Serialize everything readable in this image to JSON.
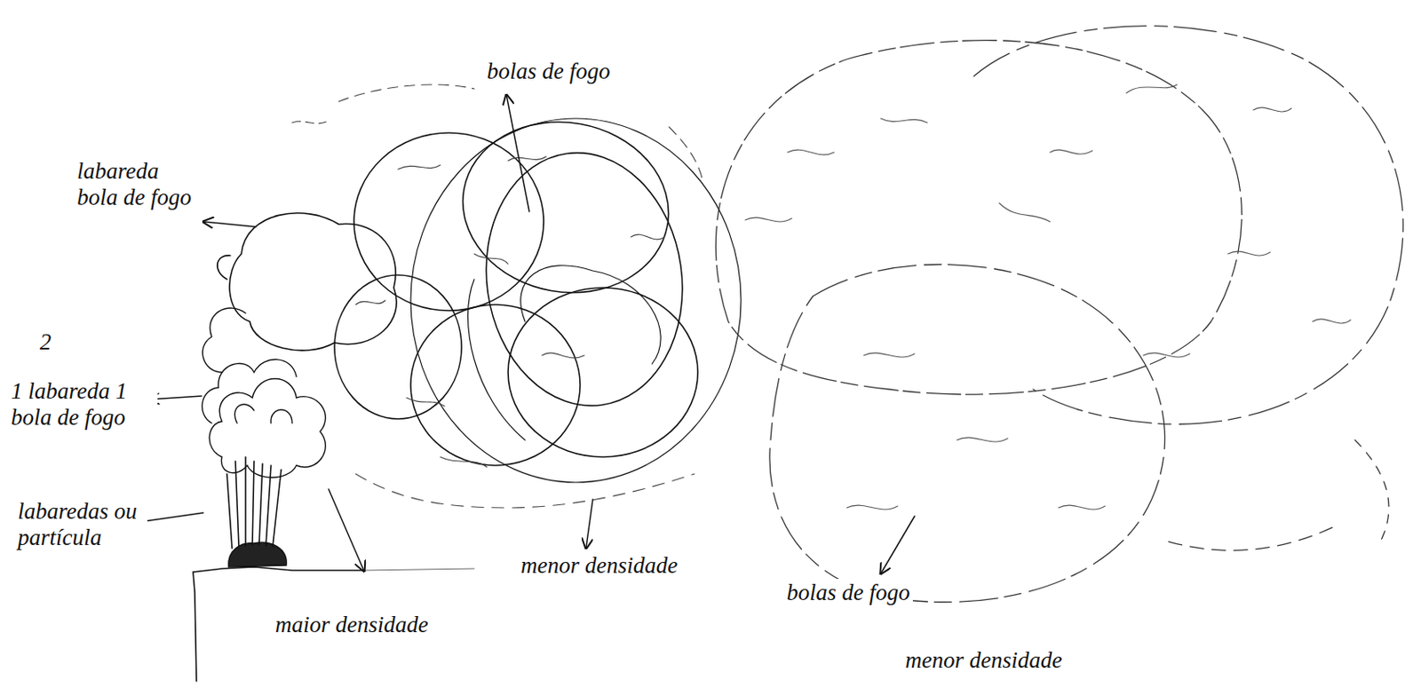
{
  "diagram": {
    "labels": [
      "bolas de fogo",
      "labareda bola de fogo",
      "2",
      "1 labareda 1 bola de fogo",
      "labaredas ou partícula",
      "menor densidade",
      "maior densidade",
      "bolas de fogo",
      "menor densidade"
    ]
  }
}
